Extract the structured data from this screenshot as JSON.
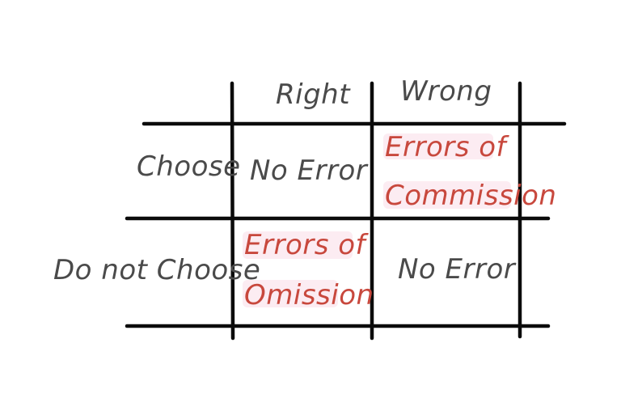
{
  "headers": {
    "col_right": "Right",
    "col_wrong": "Wrong",
    "row_choose": "Choose",
    "row_do_not_choose": "Do not Choose"
  },
  "cells": {
    "choose_right": "No Error",
    "choose_wrong_line1": "Errors of",
    "choose_wrong_line2": "Commission",
    "notchoose_right_line1": "Errors of",
    "notchoose_right_line2": "Omission",
    "notchoose_wrong": "No Error"
  },
  "colors": {
    "text": "#4a4a4a",
    "error_text": "#c8483d",
    "lines": "#0b0b0b",
    "highlight": "#fbe6ee"
  }
}
